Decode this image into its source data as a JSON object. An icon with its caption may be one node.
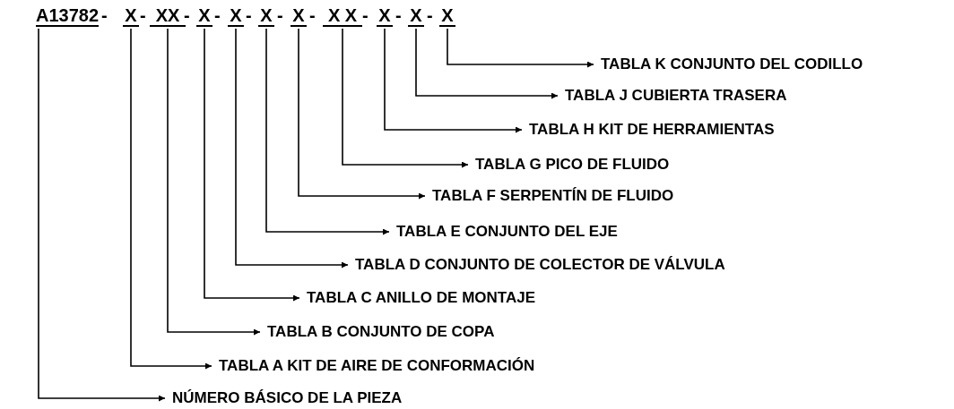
{
  "diagram": {
    "nodes": [
      {
        "text": [
          "A13782"
        ]
      },
      {
        "text": [
          "X"
        ]
      },
      {
        "text": [
          "XX"
        ]
      },
      {
        "text": [
          "X"
        ]
      },
      {
        "text": [
          "X"
        ]
      },
      {
        "text": [
          "X"
        ]
      },
      {
        "text": [
          "X"
        ]
      },
      {
        "text": [
          "X X"
        ]
      },
      {
        "text": [
          "X"
        ]
      },
      {
        "text": [
          "X"
        ]
      },
      {
        "text": [
          "X"
        ]
      },
      {
        "text": [
          "TABLA K CONJUNTO DEL CODILLO"
        ]
      },
      {
        "text": [
          "TABLA J CUBIERTA TRASERA"
        ]
      },
      {
        "text": [
          "TABLA H KIT DE HERRAMIENTAS"
        ]
      },
      {
        "text": [
          "TABLA G PICO DE FLUIDO"
        ]
      },
      {
        "text": [
          "TABLA F SERPENTÍN DE FLUIDO"
        ]
      },
      {
        "text": [
          "TABLA E CONJUNTO DEL EJE"
        ]
      },
      {
        "text": [
          "TABLA D CONJUNTO DE COLECTOR DE VÁLVULA"
        ]
      },
      {
        "text": [
          "TABLA C ANILLO DE MONTAJE"
        ]
      },
      {
        "text": [
          "TABLA B CONJUNTO DE COPA"
        ]
      },
      {
        "text": [
          "TABLA A KIT DE AIRE DE CONFORMACIÓN"
        ]
      },
      {
        "text": [
          "NÚMERO BÁSICO DE LA PIEZA"
        ]
      }
    ],
    "edges": [
      {
        "from": 0,
        "to": 21,
        "arrow": "to"
      },
      {
        "from": 1,
        "to": 20,
        "arrow": "to"
      },
      {
        "from": 2,
        "to": 19,
        "arrow": "to"
      },
      {
        "from": 3,
        "to": 18,
        "arrow": "to"
      },
      {
        "from": 4,
        "to": 17,
        "arrow": "to"
      },
      {
        "from": 5,
        "to": 16,
        "arrow": "to"
      },
      {
        "from": 6,
        "to": 15,
        "arrow": "to"
      },
      {
        "from": 7,
        "to": 14,
        "arrow": "to"
      },
      {
        "from": 8,
        "to": 13,
        "arrow": "to"
      },
      {
        "from": 9,
        "to": 12,
        "arrow": "to"
      },
      {
        "from": 10,
        "to": 11,
        "arrow": "to"
      }
    ],
    "labels": [
      "-",
      "-",
      "-",
      "-",
      "-",
      "-",
      "-",
      "-",
      "-",
      "-"
    ]
  }
}
